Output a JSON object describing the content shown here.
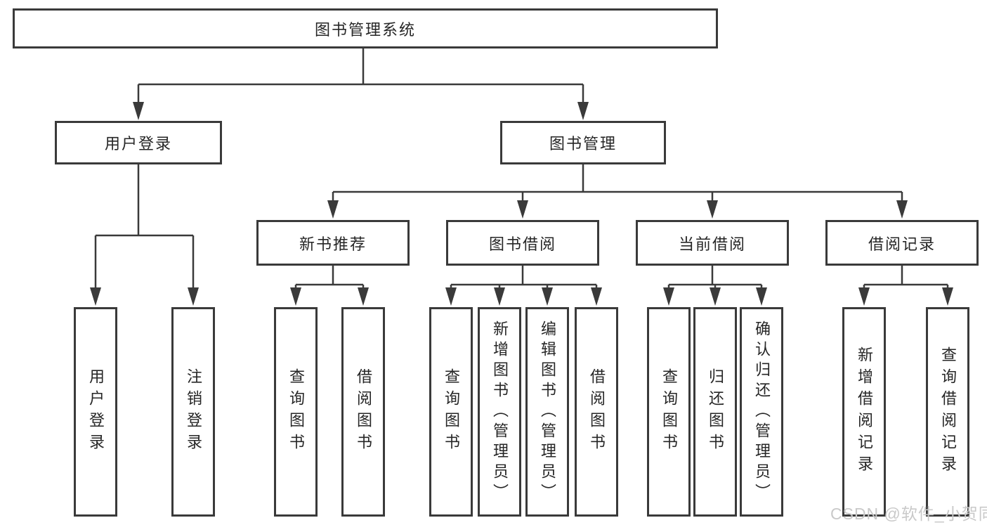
{
  "diagram": {
    "title": "图书管理系统",
    "root": {
      "label": "图书管理系统"
    },
    "level2": {
      "user_login": {
        "label": "用户登录"
      },
      "book_management": {
        "label": "图书管理"
      }
    },
    "level3": {
      "new_book_recommend": {
        "label": "新书推荐"
      },
      "book_borrowing": {
        "label": "图书借阅"
      },
      "current_borrowing": {
        "label": "当前借阅"
      },
      "borrow_records": {
        "label": "借阅记录"
      }
    },
    "leaves": {
      "user_login_leaf": {
        "label": "用户登录"
      },
      "logout": {
        "label": "注销登录"
      },
      "query_books_1": {
        "label": "查询图书"
      },
      "borrow_books_1": {
        "label": "借阅图书"
      },
      "query_books_2": {
        "label": "查询图书"
      },
      "add_books_admin": {
        "label": "新增图书（管理员）"
      },
      "edit_books_admin": {
        "label": "编辑图书（管理员）"
      },
      "borrow_books_2": {
        "label": "借阅图书"
      },
      "query_books_3": {
        "label": "查询图书"
      },
      "return_books": {
        "label": "归还图书"
      },
      "confirm_return_admin": {
        "label": "确认归还（管理员）"
      },
      "add_borrow_record": {
        "label": "新增借阅记录"
      },
      "query_borrow_record": {
        "label": "查询借阅记录"
      }
    },
    "colors": {
      "line": "#3a3a3a",
      "text": "#262626",
      "background": "#ffffff",
      "watermark": "#c9c9c9"
    },
    "watermark": "CSDN @软件_小贺同学"
  }
}
